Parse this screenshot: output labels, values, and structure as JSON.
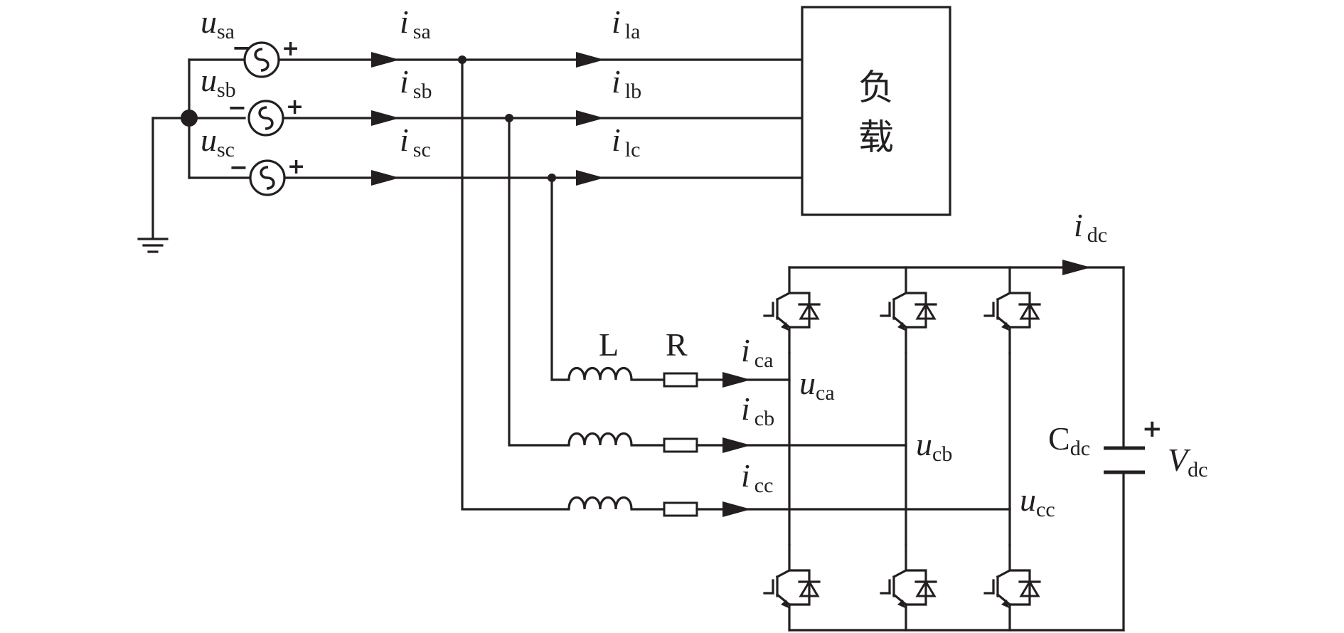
{
  "sources": [
    {
      "sym": "u",
      "sub": "sa"
    },
    {
      "sym": "u",
      "sub": "sb"
    },
    {
      "sym": "u",
      "sub": "sc"
    }
  ],
  "source_currents": [
    {
      "sym": "i",
      "sub": "sa"
    },
    {
      "sym": "i",
      "sub": "sb"
    },
    {
      "sym": "i",
      "sub": "sc"
    }
  ],
  "load_currents": [
    {
      "sym": "i",
      "sub": "la"
    },
    {
      "sym": "i",
      "sub": "lb"
    },
    {
      "sym": "i",
      "sub": "lc"
    }
  ],
  "load": {
    "line1": "负",
    "line2": "载"
  },
  "filter": {
    "inductor": "L",
    "resistor": "R"
  },
  "comp_currents": [
    {
      "sym": "i",
      "sub": "ca"
    },
    {
      "sym": "i",
      "sub": "cb"
    },
    {
      "sym": "i",
      "sub": "cc"
    }
  ],
  "comp_voltages": [
    {
      "sym": "u",
      "sub": "ca"
    },
    {
      "sym": "u",
      "sub": "cb"
    },
    {
      "sym": "u",
      "sub": "cc"
    }
  ],
  "dc": {
    "current_sym": "i",
    "current_sub": "dc",
    "cap_main": "C",
    "cap_sub": "dc",
    "voltage_sym": "V",
    "voltage_sub": "dc"
  },
  "signs": {
    "plus": "+",
    "minus": "−"
  },
  "colors": {
    "line": "#231f20",
    "background": "#ffffff"
  }
}
